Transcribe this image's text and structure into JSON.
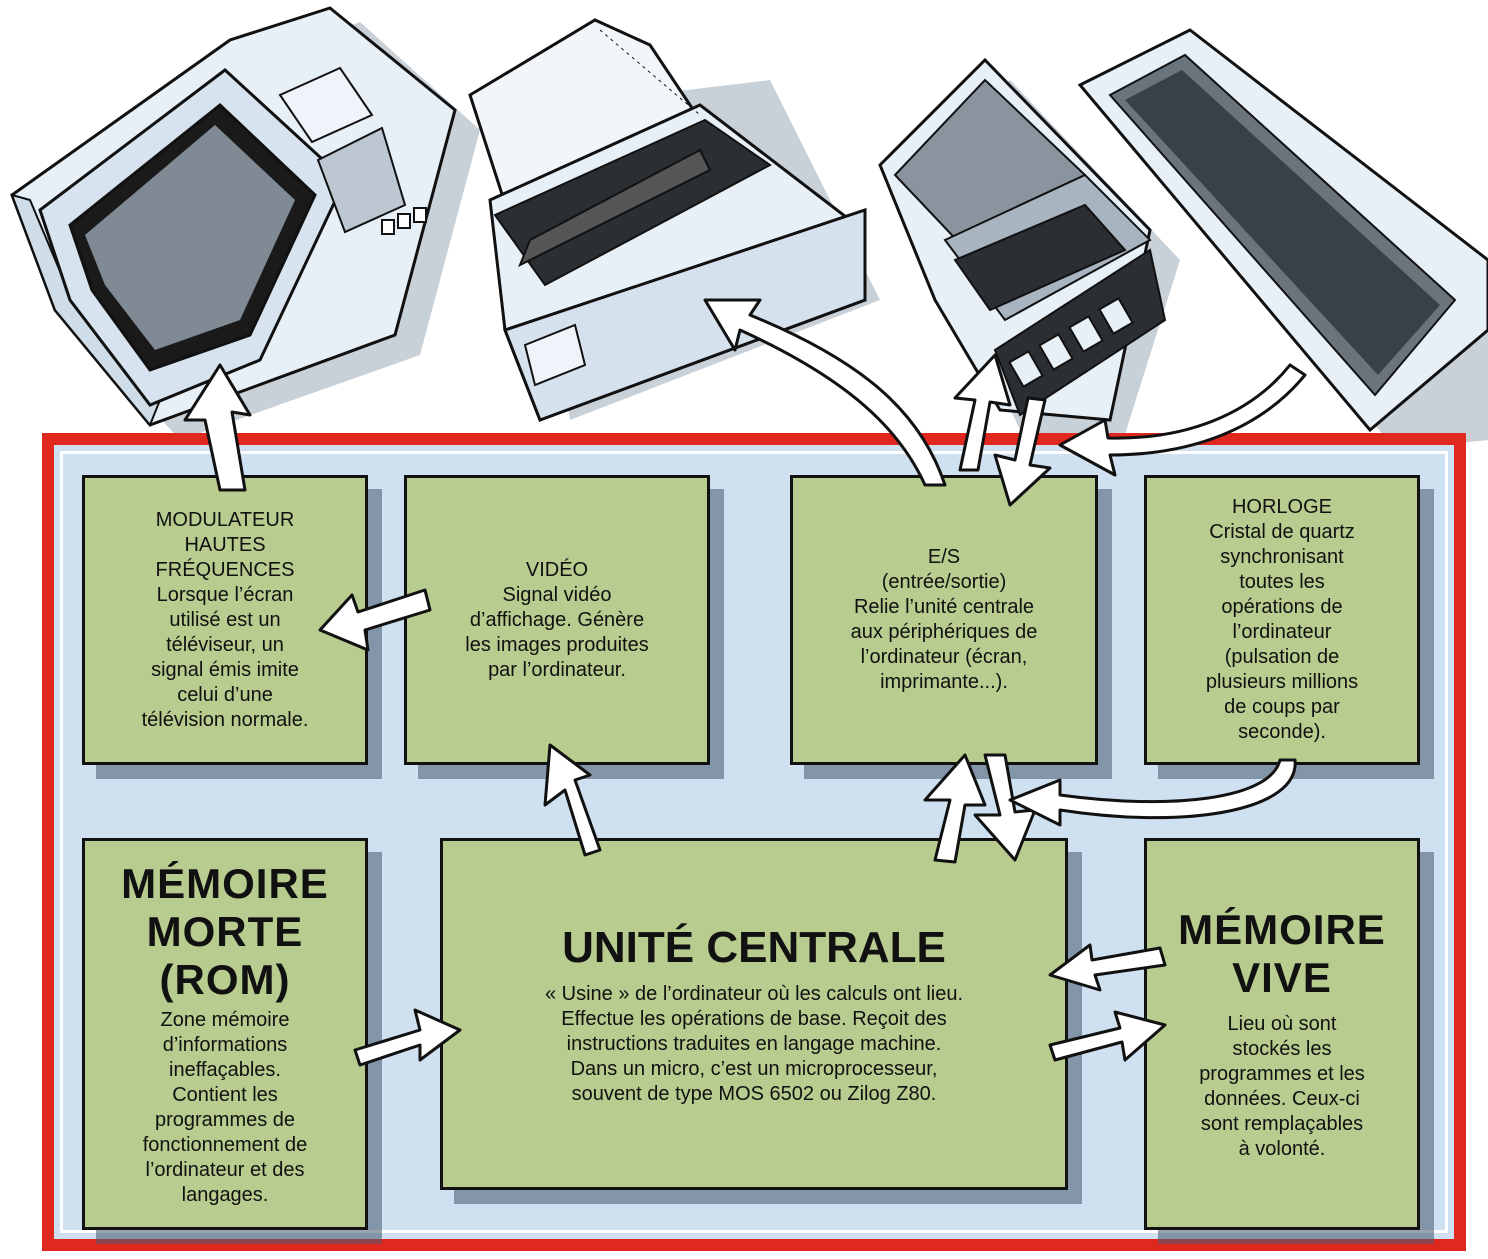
{
  "colors": {
    "frame": "#e0281e",
    "panel": "#cfe1f1",
    "box": "#b7cc8e",
    "ink": "#111111"
  },
  "icons": [
    "monitor-icon",
    "printer-icon",
    "cassette-recorder-icon",
    "keyboard-icon"
  ],
  "boxes": {
    "modulateur": {
      "text": "MODULATEUR\nHAUTES\nFRÉQUENCES\nLorsque l’écran\nutilisé est un\ntéléviseur, un\nsignal émis imite\ncelui d’une\ntélévision normale."
    },
    "video": {
      "text": "VIDÉO\nSignal vidéo\nd’affichage. Génère\nles images produites\npar l’ordinateur."
    },
    "es": {
      "text": "E/S\n(entrée/sortie)\nRelie l’unité centrale\naux périphériques de\nl’ordinateur (écran,\nimprimante...)."
    },
    "horloge": {
      "text": "HORLOGE\nCristal de quartz\nsynchronisant\ntoutes les\nopérations de\nl’ordinateur\n(pulsation de\nplusieurs millions\nde coups par\nseconde)."
    },
    "rom": {
      "title": "MÉMOIRE\nMORTE\n(ROM)",
      "text": "Zone mémoire\nd’informations\nineffaçables.\nContient les\nprogrammes de\nfonctionnement de\nl’ordinateur et des\nlangages."
    },
    "cpu": {
      "title": "UNITÉ CENTRALE",
      "text": "« Usine » de l’ordinateur où les calculs ont lieu.\nEffectue les opérations de base. Reçoit des\ninstructions traduites en langage machine.\nDans un micro, c’est un microprocesseur,\nsouvent de type MOS 6502 ou Zilog Z80."
    },
    "ram": {
      "title": "MÉMOIRE\nVIVE",
      "text": "Lieu où sont\nstockés les\nprogrammes et les\ndonnées. Ceux-ci\nsont remplaçables\nà volonté."
    }
  }
}
